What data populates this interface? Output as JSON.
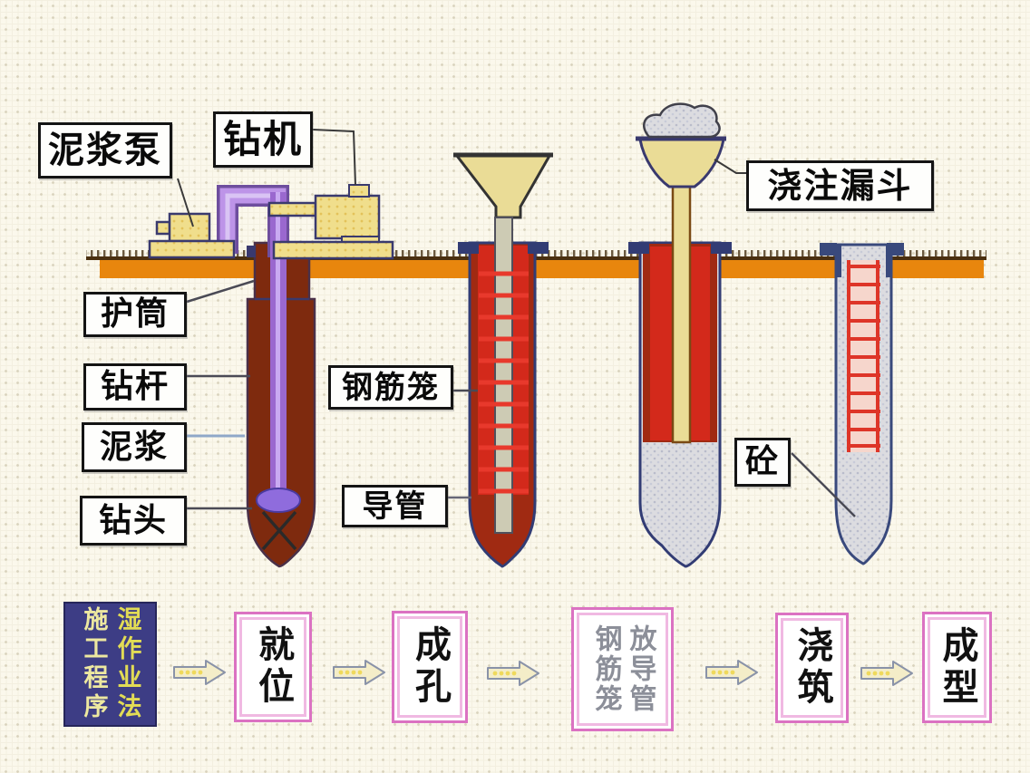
{
  "diagram": {
    "labels": {
      "mud_pump": "泥浆泵",
      "drill_rig": "钻机",
      "casing": "护筒",
      "drill_rod": "钻杆",
      "slurry": "泥浆",
      "drill_bit": "钻头",
      "rebar_cage": "钢筋笼",
      "tremie_pipe": "导管",
      "pouring_funnel": "浇注漏斗",
      "concrete": "砼"
    }
  },
  "flowchart": {
    "title_right_column": "施工程序",
    "title_left_column": "湿作业法",
    "step_1": "就位",
    "step_2": "成孔",
    "step_3_right_column": "钢筋笼",
    "step_3_left_column": "放导管",
    "step_4": "浇筑",
    "step_5": "成型"
  },
  "colors": {
    "ground_orange": "#E8860D",
    "pile_dark_maroon": "#7E2A0E",
    "pile_bright_red": "#D3291B",
    "drill_rod_purple": "#9A68CF",
    "slurry_pipe_purple": "#BD94E8",
    "machine_yellow": "#F0DE8C",
    "funnel_yellow": "#EADC96",
    "concrete_gray": "#DCDCE0",
    "rebar_red": "#DE3528",
    "casing_navy": "#323C74",
    "flow_border_pink": "#DB72C2",
    "flow_title_bg": "#3D3D85",
    "flow_title_text": "#E2DC55",
    "flow_step3_text_gray": "#8C8F99",
    "arrow_cream": "#F4EDC8"
  }
}
